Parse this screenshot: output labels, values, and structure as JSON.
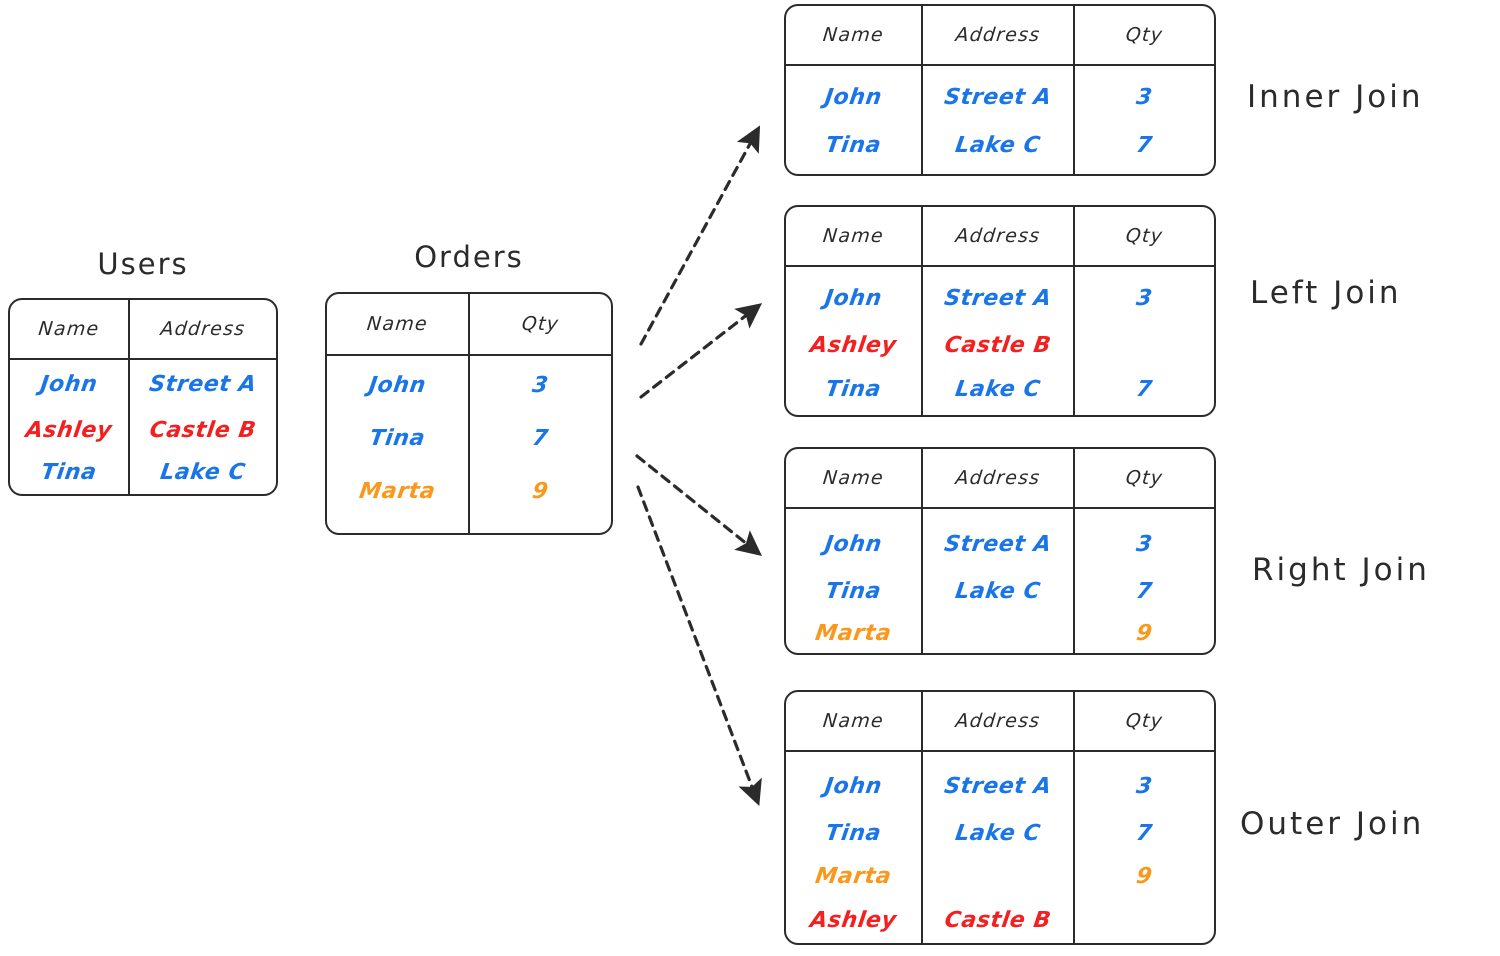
{
  "diagram": {
    "title_users": "Users",
    "title_orders": "Orders"
  },
  "source_tables": {
    "users": {
      "name": "Users",
      "headers": [
        "Name",
        "Address"
      ],
      "rows": [
        {
          "name": "John",
          "name_color": "blue",
          "address": "Street A",
          "address_color": "blue"
        },
        {
          "name": "Ashley",
          "name_color": "red",
          "address": "Castle B",
          "address_color": "red"
        },
        {
          "name": "Tina",
          "name_color": "blue",
          "address": "Lake C",
          "address_color": "blue"
        }
      ]
    },
    "orders": {
      "name": "Orders",
      "headers": [
        "Name",
        "Qty"
      ],
      "rows": [
        {
          "name": "John",
          "name_color": "blue",
          "qty": "3",
          "qty_color": "blue"
        },
        {
          "name": "Tina",
          "name_color": "blue",
          "qty": "7",
          "qty_color": "blue"
        },
        {
          "name": "Marta",
          "name_color": "orange",
          "qty": "9",
          "qty_color": "orange"
        }
      ]
    }
  },
  "results": [
    {
      "label": "Inner Join",
      "headers": [
        "Name",
        "Address",
        "Qty"
      ],
      "rows": [
        {
          "name": "John",
          "address": "Street A",
          "qty": "3",
          "color": "blue"
        },
        {
          "name": "Tina",
          "address": "Lake C",
          "qty": "7",
          "color": "blue"
        }
      ]
    },
    {
      "label": "Left Join",
      "headers": [
        "Name",
        "Address",
        "Qty"
      ],
      "rows": [
        {
          "name": "John",
          "address": "Street A",
          "qty": "3",
          "color": "blue"
        },
        {
          "name": "Ashley",
          "address": "Castle B",
          "qty": "",
          "color": "red"
        },
        {
          "name": "Tina",
          "address": "Lake C",
          "qty": "7",
          "color": "blue"
        }
      ]
    },
    {
      "label": "Right Join",
      "headers": [
        "Name",
        "Address",
        "Qty"
      ],
      "rows": [
        {
          "name": "John",
          "address": "Street A",
          "qty": "3",
          "color": "blue"
        },
        {
          "name": "Tina",
          "address": "Lake C",
          "qty": "7",
          "color": "blue"
        },
        {
          "name": "Marta",
          "address": "",
          "qty": "9",
          "color": "orange"
        }
      ]
    },
    {
      "label": "Outer Join",
      "headers": [
        "Name",
        "Address",
        "Qty"
      ],
      "rows": [
        {
          "name": "John",
          "address": "Street A",
          "qty": "3",
          "color": "blue"
        },
        {
          "name": "Tina",
          "address": "Lake C",
          "qty": "7",
          "color": "blue"
        },
        {
          "name": "Marta",
          "address": "",
          "qty": "9",
          "color": "orange"
        },
        {
          "name": "Ashley",
          "address": "Castle B",
          "qty": "",
          "color": "red"
        }
      ]
    }
  ],
  "colors": {
    "blue": "#1a76e8",
    "red": "#f42020",
    "orange": "#f9981c",
    "ink": "#2b2b2b",
    "background": "#ffffff"
  },
  "connectors": [
    {
      "from": "orders",
      "to": "Inner Join"
    },
    {
      "from": "orders",
      "to": "Left Join"
    },
    {
      "from": "orders",
      "to": "Right Join"
    },
    {
      "from": "orders",
      "to": "Outer Join"
    }
  ]
}
